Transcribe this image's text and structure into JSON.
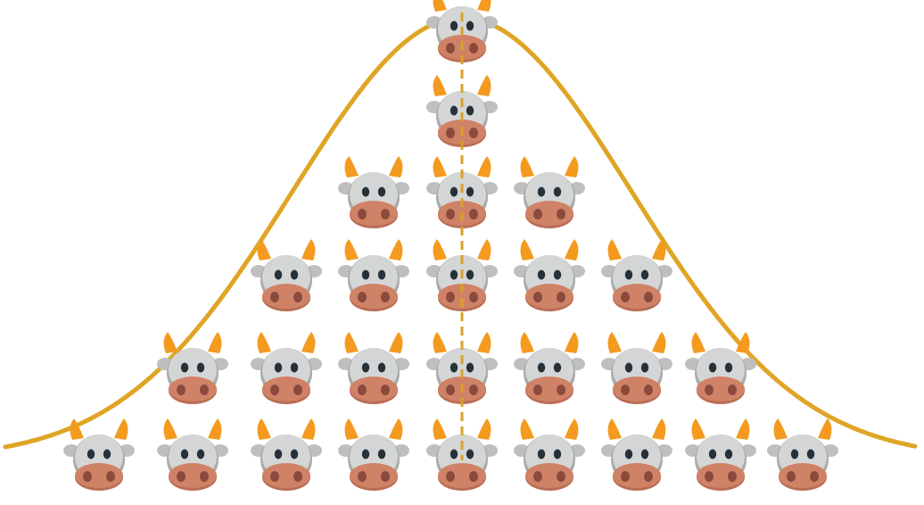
{
  "figure": {
    "icon": "cow-face-icon",
    "colors": {
      "curve": "#E0A526",
      "mean_line": "#D9A12A",
      "cow_face": "#D4D6D6",
      "cow_shadow": "#A9ABAB",
      "cow_muzzle": "#D08266",
      "cow_nostril": "#8A4A3C",
      "cow_horn": "#F49A1F",
      "cow_eye": "#26323A"
    },
    "columns": [
      {
        "cows": 1
      },
      {
        "cows": 2
      },
      {
        "cows": 3
      },
      {
        "cows": 4
      },
      {
        "cows": 6
      },
      {
        "cows": 4
      },
      {
        "cows": 3
      },
      {
        "cows": 2
      },
      {
        "cows": 1
      }
    ]
  }
}
